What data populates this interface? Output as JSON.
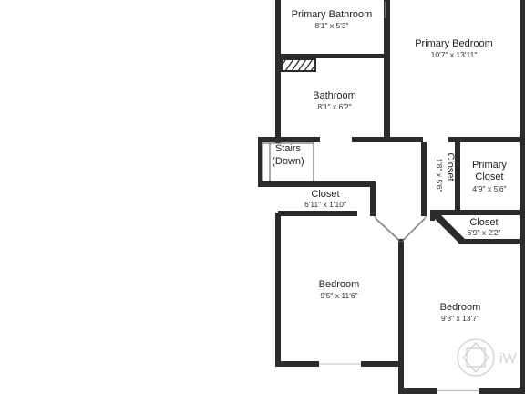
{
  "rooms": {
    "primary_bathroom": {
      "name": "Primary Bathroom",
      "dims": "8'1\" x 5'3\""
    },
    "primary_bedroom": {
      "name": "Primary Bedroom",
      "dims": "10'7\" x 13'11\""
    },
    "bathroom": {
      "name": "Bathroom",
      "dims": "8'1\" x 6'2\""
    },
    "stairs": {
      "line1": "Stairs",
      "line2": "(Down)"
    },
    "closet_vertical": {
      "name": "Closet",
      "dims": "1'8\" x 5'6\""
    },
    "primary_closet": {
      "line1": "Primary",
      "line2": "Closet",
      "dims": "4'9\" x 5'6\""
    },
    "closet_hall": {
      "name": "Closet",
      "dims": "6'11\" x 1'10\""
    },
    "closet_small": {
      "name": "Closet",
      "dims": "6'9\" x 2'2\""
    },
    "bedroom_left": {
      "name": "Bedroom",
      "dims": "9'5\" x 11'6\""
    },
    "bedroom_right": {
      "name": "Bedroom",
      "dims": "9'3\" x 13'7\""
    }
  },
  "watermark": {
    "text": "iW",
    "icon": "watermark-logo-icon"
  }
}
